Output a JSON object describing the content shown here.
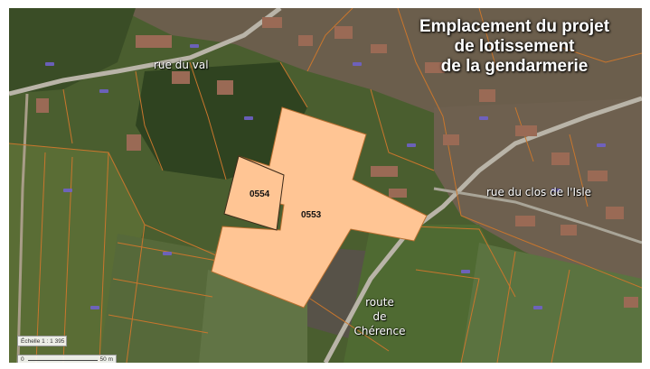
{
  "title": {
    "line1": "Emplacement du projet",
    "line2": "de lotissement",
    "line3": "de la gendarmerie"
  },
  "streets": {
    "rue_du_val": "rue du val",
    "rue_du_clos": "rue du clos de l'Isle",
    "route_line1": "route",
    "route_line2": "de",
    "route_line3": "Chérence"
  },
  "parcels": {
    "p0554": "0554",
    "p0553": "0553"
  },
  "scale": {
    "label": "Échelle 1 : 1 395",
    "zero": "0",
    "distance": "50 m"
  },
  "colors": {
    "parcel_fill": "#ffc594",
    "cadastre_lines": "#c9762d",
    "accent_pin": "#6f62c9"
  }
}
